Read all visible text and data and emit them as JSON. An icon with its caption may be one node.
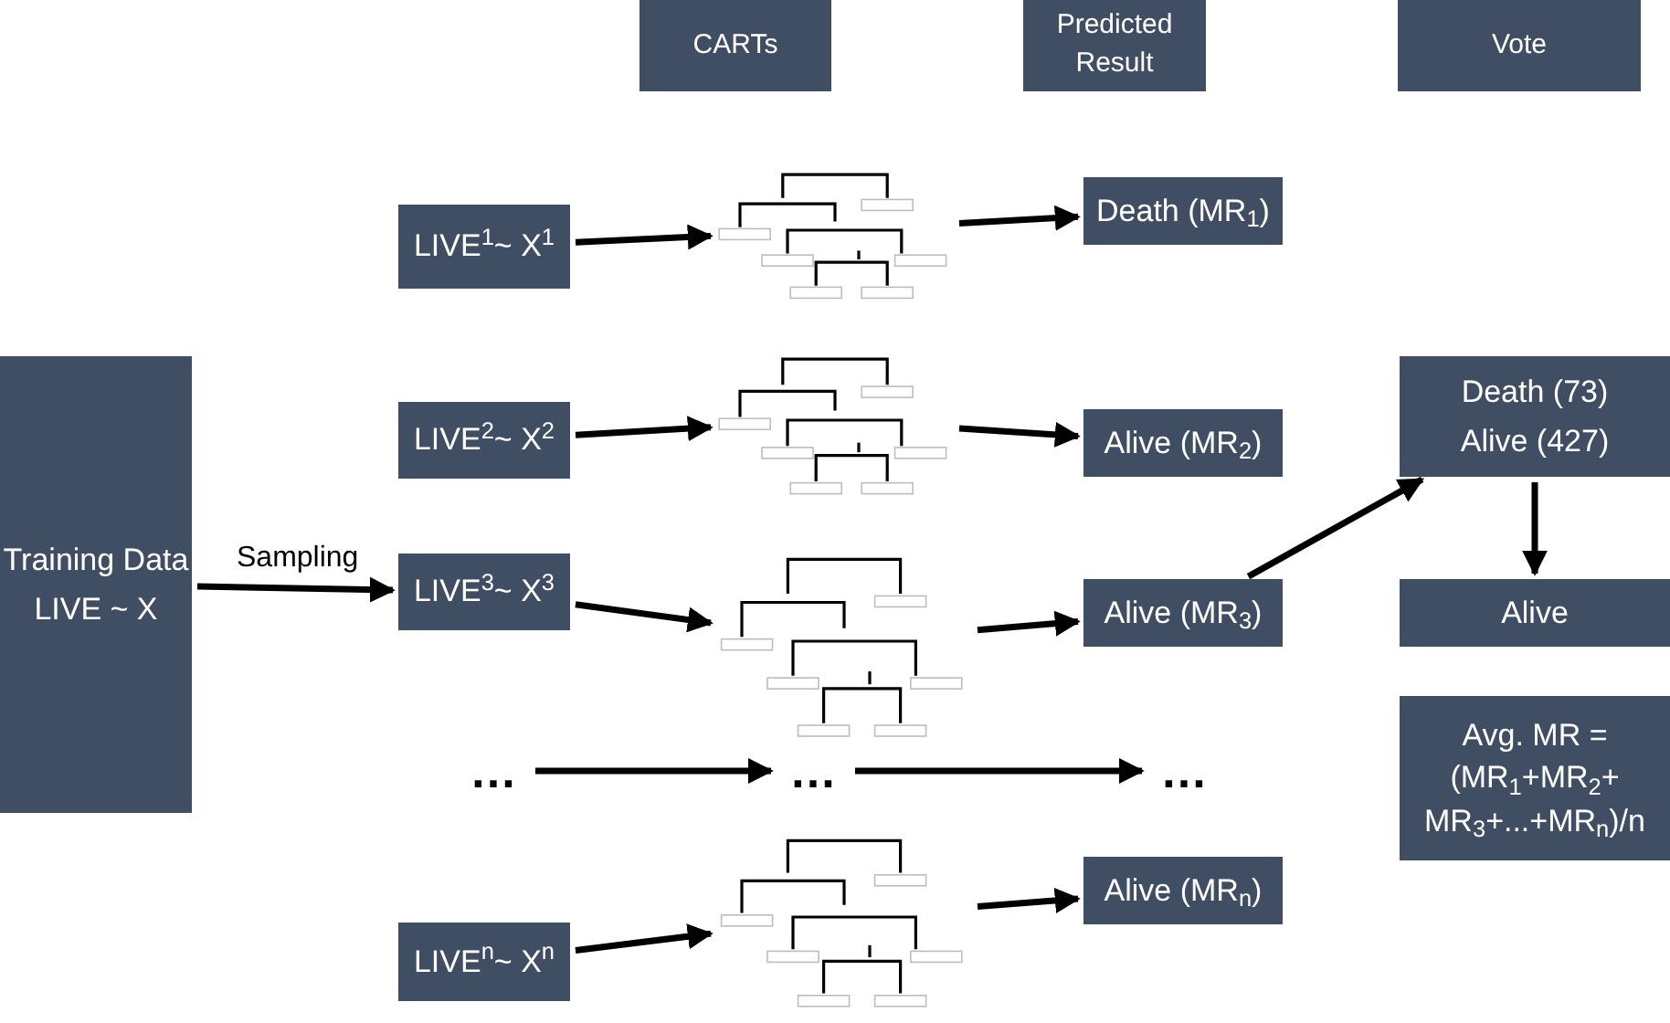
{
  "diagram": {
    "nodes": [
      {
        "text": [
          "CARTs"
        ]
      },
      {
        "text": [
          "Predicted Result"
        ]
      },
      {
        "text": [
          "Vote"
        ]
      },
      {
        "text": [
          "Training Data",
          "LIVE ~ X"
        ]
      },
      {
        "text": [
          "LIVE$^{1}$~ X$^{1}$"
        ]
      },
      {
        "text": [
          "LIVE$^{2}$~ X$^{2}$"
        ]
      },
      {
        "text": [
          "LIVE$^{3}$~ X$^{3}$"
        ]
      },
      {
        "text": [
          "…"
        ]
      },
      {
        "text": [
          "LIVE$^{n}$~ X$^{n}$"
        ]
      },
      {
        "text": [],
        "shape": "picture"
      },
      {
        "text": [],
        "shape": "picture"
      },
      {
        "text": [],
        "shape": "picture"
      },
      {
        "text": [
          "…"
        ]
      },
      {
        "text": [],
        "shape": "picture"
      },
      {
        "text": [
          "Death (MR$_{1}$)"
        ]
      },
      {
        "text": [
          "Alive (MR$_{2}$)"
        ]
      },
      {
        "text": [
          "Alive (MR$_{3}$)"
        ]
      },
      {
        "text": [
          "…"
        ]
      },
      {
        "text": [
          "Alive (MR$_{n}$)"
        ]
      },
      {
        "text": [
          "Death (73)",
          "Alive (427)"
        ]
      },
      {
        "text": [
          "Alive"
        ]
      },
      {
        "text": [
          "Avg. MR = (MR$_{1}$+MR$_{2}$+ MR$_{3}$+...+MR$_{n}$)/n"
        ]
      }
    ],
    "edges": [
      {
        "from": 3,
        "to": 6,
        "arrow": "to",
        "label": "Sampling"
      },
      {
        "from": 4,
        "to": 9,
        "arrow": "to"
      },
      {
        "from": 5,
        "to": 10,
        "arrow": "to"
      },
      {
        "from": 6,
        "to": 11,
        "arrow": "to"
      },
      {
        "from": 7,
        "to": 12,
        "arrow": "to"
      },
      {
        "from": 8,
        "to": 13,
        "arrow": "to"
      },
      {
        "from": 9,
        "to": 14,
        "arrow": "to"
      },
      {
        "from": 10,
        "to": 15,
        "arrow": "to"
      },
      {
        "from": 11,
        "to": 16,
        "arrow": "to"
      },
      {
        "from": 12,
        "to": 17,
        "arrow": "to"
      },
      {
        "from": 13,
        "to": 18,
        "arrow": "to"
      },
      {
        "from": 16,
        "to": 19,
        "arrow": "to"
      },
      {
        "from": 19,
        "to": 20,
        "arrow": "to"
      }
    ]
  }
}
